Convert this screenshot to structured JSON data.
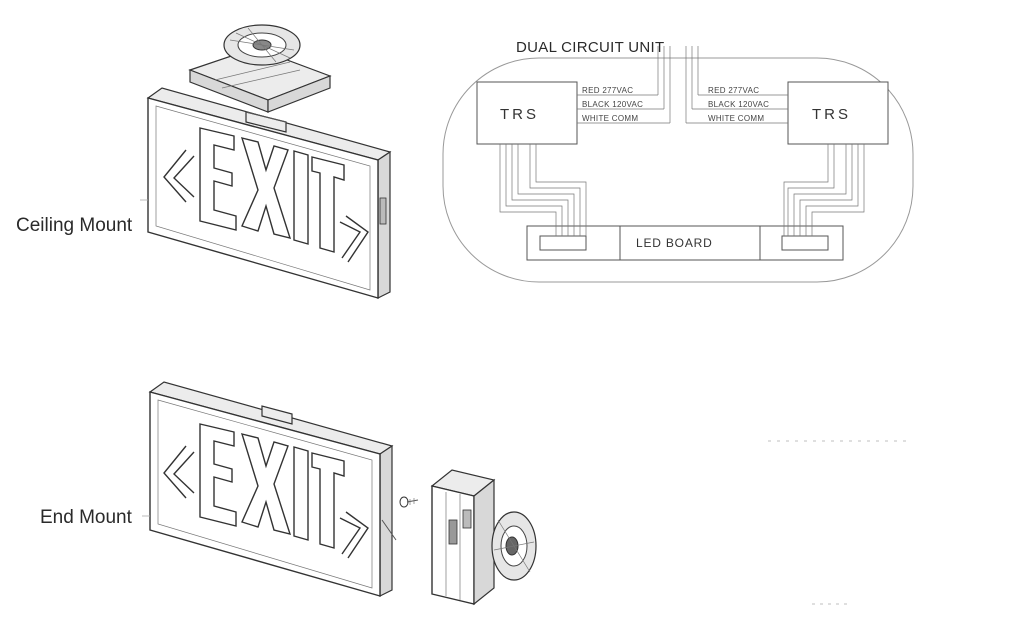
{
  "views": {
    "ceiling_mount_label": "Ceiling Mount",
    "end_mount_label": "End Mount",
    "sign_text": "EXIT"
  },
  "wiring": {
    "title": "DUAL CIRCUIT UNIT",
    "left_box": "TRS",
    "right_box": "TRS",
    "led_board": "LED BOARD",
    "wires_left": [
      "RED 277VAC",
      "BLACK 120VAC",
      "WHITE COMM"
    ],
    "wires_right": [
      "RED 277VAC",
      "BLACK 120VAC",
      "WHITE COMM"
    ]
  }
}
